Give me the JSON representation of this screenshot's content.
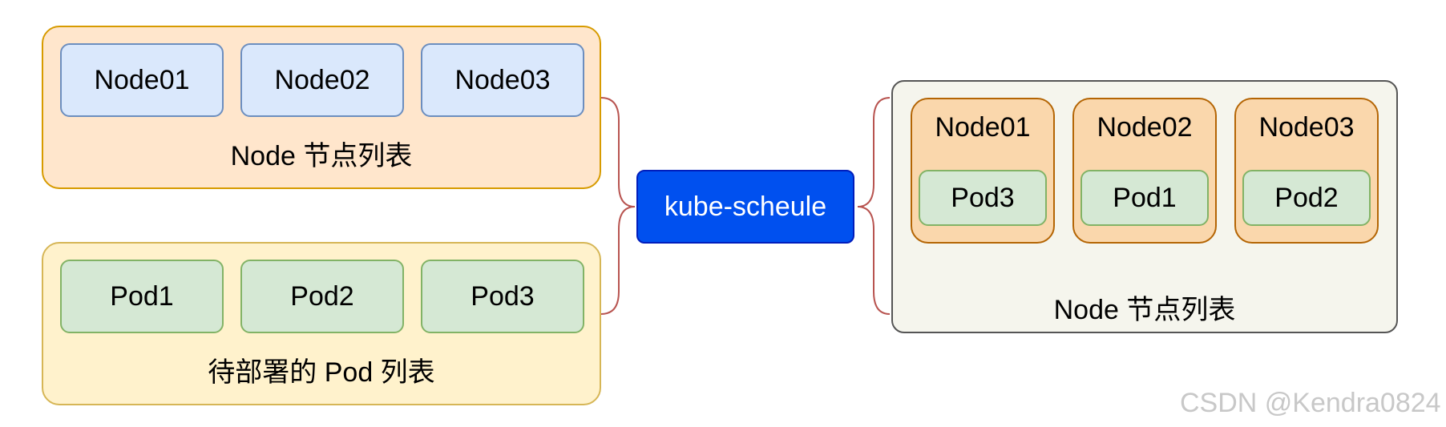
{
  "node_list": {
    "label": "Node 节点列表",
    "items": [
      "Node01",
      "Node02",
      "Node03"
    ]
  },
  "pod_list": {
    "label": "待部署的 Pod 列表",
    "items": [
      "Pod1",
      "Pod2",
      "Pod3"
    ]
  },
  "scheduler": {
    "label": "kube-scheule"
  },
  "result": {
    "label": "Node 节点列表",
    "nodes": [
      {
        "name": "Node01",
        "pod": "Pod3"
      },
      {
        "name": "Node02",
        "pod": "Pod1"
      },
      {
        "name": "Node03",
        "pod": "Pod2"
      }
    ]
  },
  "watermark": "CSDN @Kendra0824",
  "colors": {
    "node_list_fill": "#ffe6cc",
    "pod_list_fill": "#fff2cc",
    "node_item_fill": "#dae8fc",
    "pod_item_fill": "#d5e8d4",
    "scheduler_fill": "#0050ef",
    "result_node_fill": "#fad7ac",
    "result_panel_fill": "#f5f5ed",
    "connector": "#b85450"
  }
}
